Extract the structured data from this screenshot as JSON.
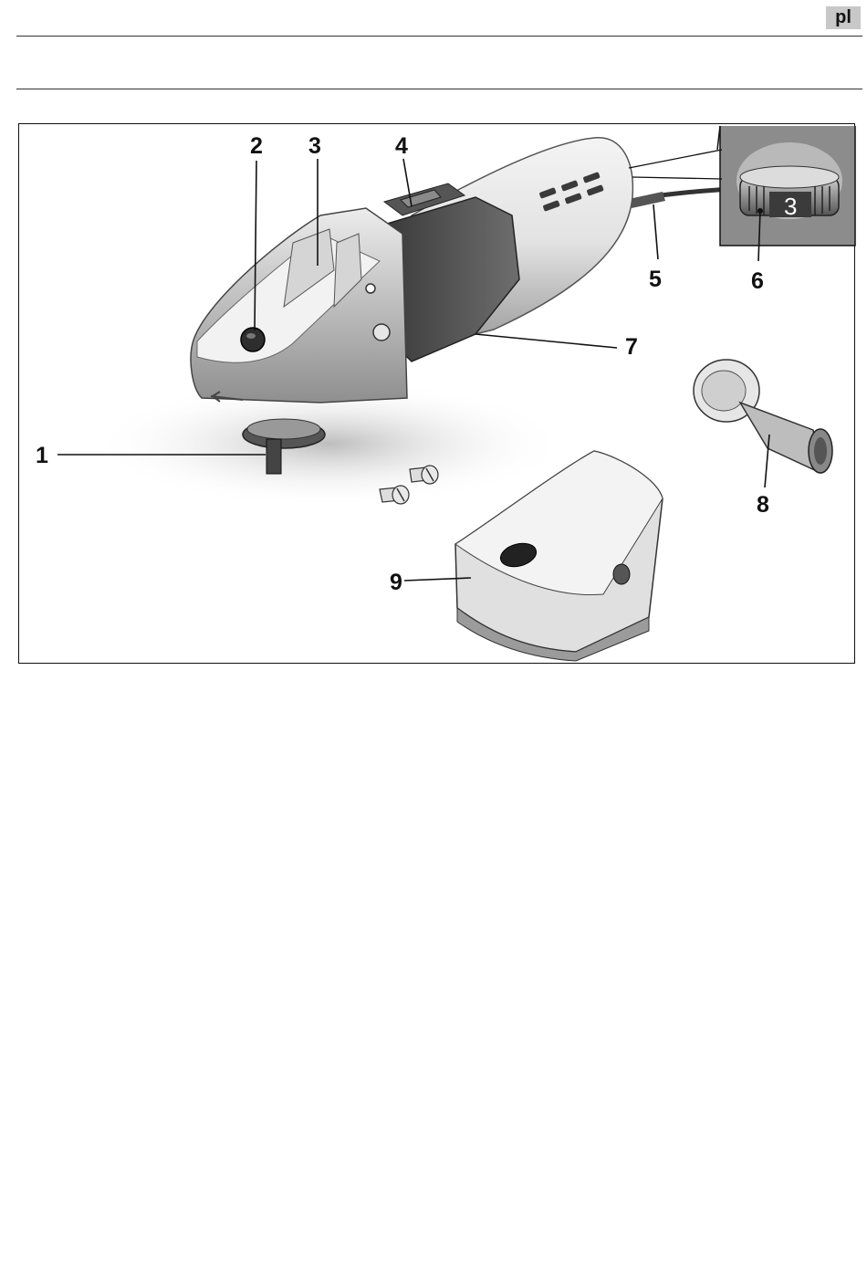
{
  "header": {
    "language_code": "pl"
  },
  "figure": {
    "callouts": [
      {
        "id": "1",
        "label": "1"
      },
      {
        "id": "2",
        "label": "2"
      },
      {
        "id": "3",
        "label": "3"
      },
      {
        "id": "4",
        "label": "4"
      },
      {
        "id": "5",
        "label": "5"
      },
      {
        "id": "6",
        "label": "6"
      },
      {
        "id": "7",
        "label": "7"
      },
      {
        "id": "8",
        "label": "8"
      },
      {
        "id": "9",
        "label": "9"
      }
    ],
    "speed_dial": {
      "setting": "3"
    }
  }
}
